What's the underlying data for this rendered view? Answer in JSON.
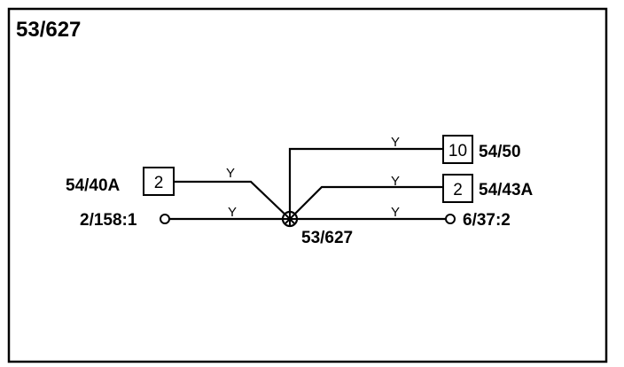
{
  "diagram": {
    "title": "53/627",
    "splice_label": "53/627",
    "connectors": [
      {
        "name": "54/40A",
        "pin": "2"
      },
      {
        "name": "54/50",
        "pin": "10"
      },
      {
        "name": "54/43A",
        "pin": "2"
      }
    ],
    "terminals": [
      {
        "name": "2/158:1"
      },
      {
        "name": "6/37:2"
      }
    ],
    "wires": [
      {
        "color": "Y"
      },
      {
        "color": "Y"
      },
      {
        "color": "Y"
      },
      {
        "color": "Y"
      },
      {
        "color": "Y"
      }
    ],
    "colors": {
      "line": "#000000",
      "background": "#ffffff"
    }
  }
}
